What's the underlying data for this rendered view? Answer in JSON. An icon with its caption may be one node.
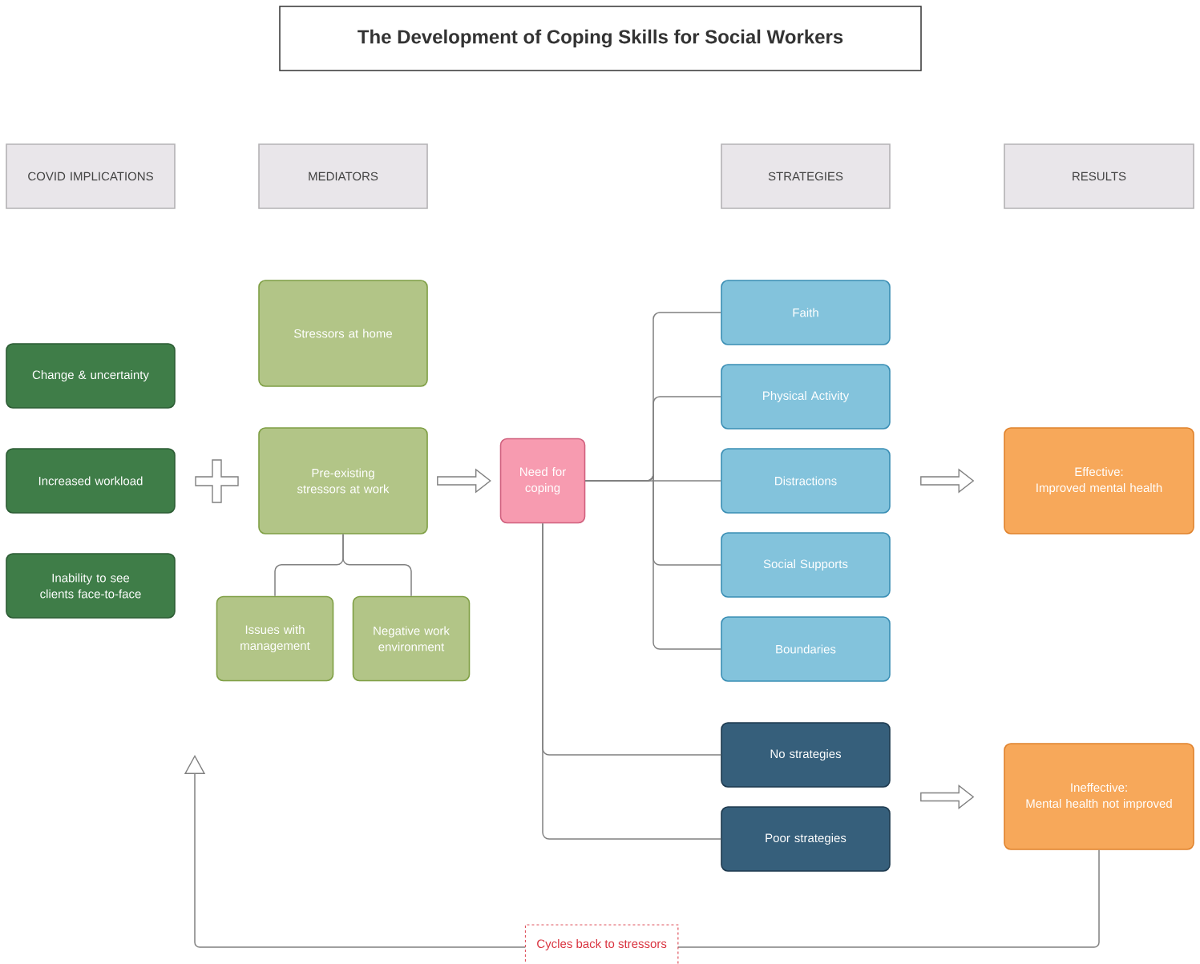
{
  "diagram": {
    "title": "The Development of Coping Skills for Social Workers",
    "nodes": [
      {
        "text": [
          "COVID IMPLICATIONS"
        ]
      },
      {
        "text": [
          "MEDIATORS"
        ]
      },
      {
        "text": [
          "STRATEGIES"
        ]
      },
      {
        "text": [
          "RESULTS"
        ]
      },
      {
        "text": [
          "Change & uncertainty"
        ]
      },
      {
        "text": [
          "Increased workload"
        ]
      },
      {
        "text": [
          "Inability to see clients face-to-face"
        ]
      },
      {
        "text": [
          "Stressors at home"
        ]
      },
      {
        "text": [
          "Pre-existing stressors at work"
        ]
      },
      {
        "text": [
          "Issues with management"
        ]
      },
      {
        "text": [
          "Negative work environment"
        ]
      },
      {
        "text": [
          "Need for coping"
        ]
      },
      {
        "text": [
          "Faith"
        ]
      },
      {
        "text": [
          "Physical Activity"
        ]
      },
      {
        "text": [
          "Distractions"
        ]
      },
      {
        "text": [
          "Social Supports"
        ]
      },
      {
        "text": [
          "Boundaries"
        ]
      },
      {
        "text": [
          "No strategies"
        ]
      },
      {
        "text": [
          "Poor strategies"
        ]
      },
      {
        "text": [
          "Effective:",
          "Improved mental health"
        ]
      },
      {
        "text": [
          "Ineffective:",
          "Mental health not improved"
        ]
      }
    ],
    "edges": [
      {
        "from": 8,
        "to": 9,
        "arrow": "none"
      },
      {
        "from": 8,
        "to": 10,
        "arrow": "none"
      },
      {
        "from": 8,
        "to": 11,
        "arrow": "to"
      },
      {
        "from": 11,
        "to": 12,
        "arrow": "none"
      },
      {
        "from": 11,
        "to": 13,
        "arrow": "none"
      },
      {
        "from": 11,
        "to": 14,
        "arrow": "none"
      },
      {
        "from": 11,
        "to": 15,
        "arrow": "none"
      },
      {
        "from": 11,
        "to": 16,
        "arrow": "none"
      },
      {
        "from": 11,
        "to": 17,
        "arrow": "none"
      },
      {
        "from": 11,
        "to": 18,
        "arrow": "none"
      },
      {
        "from": 14,
        "to": 19,
        "arrow": "to"
      },
      {
        "from": 17,
        "to": 20,
        "arrow": "to"
      },
      {
        "from": 18,
        "to": 20,
        "arrow": "to"
      },
      {
        "from": 20,
        "to": null,
        "arrow": "to",
        "label": "Cycles back to stressors"
      }
    ]
  }
}
